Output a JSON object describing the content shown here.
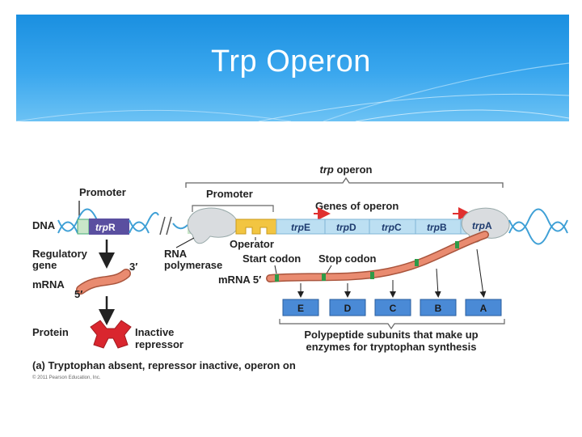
{
  "slide": {
    "title": "Trp Operon"
  },
  "diagram": {
    "operon_label_italic": "trp",
    "operon_label_rest": " operon",
    "promoter_left": "Promoter",
    "promoter_right": "Promoter",
    "genes_of_operon": "Genes of operon",
    "dna": "DNA",
    "trpR_italic": "trp",
    "trpR_rest": "R",
    "genes": [
      {
        "italic": "trp",
        "rest": "E"
      },
      {
        "italic": "trp",
        "rest": "D"
      },
      {
        "italic": "trp",
        "rest": "C"
      },
      {
        "italic": "trp",
        "rest": "B"
      },
      {
        "italic": "trp",
        "rest": "A"
      }
    ],
    "operator": "Operator",
    "regulatory_gene_1": "Regulatory",
    "regulatory_gene_2": "gene",
    "rna_1": "RNA",
    "rna_2": "polymerase",
    "start_codon": "Start codon",
    "stop_codon": "Stop codon",
    "three_prime": "3′",
    "mrna_left": "mRNA",
    "five_prime_left": "5′",
    "mrna_right": "mRNA 5′",
    "protein": "Protein",
    "inactive_1": "Inactive",
    "inactive_2": "repressor",
    "subunits": [
      "E",
      "D",
      "C",
      "B",
      "A"
    ],
    "poly_1": "Polypeptide subunits that make up",
    "poly_2": "enzymes for tryptophan synthesis",
    "caption": "(a) Tryptophan absent, repressor inactive, operon on",
    "copyright": "© 2011 Pearson Education, Inc."
  },
  "colors": {
    "header_blue": "#2a9be8",
    "trpR_purple": "#5a4fa0",
    "operon_blue": "#bcdff2",
    "mrna_salmon": "#e98b70",
    "repressor_red": "#d9262e",
    "subunit_blue": "#4a8ad6",
    "promoter_green": "#c9e6c9",
    "operator_yellow": "#f2c541"
  }
}
